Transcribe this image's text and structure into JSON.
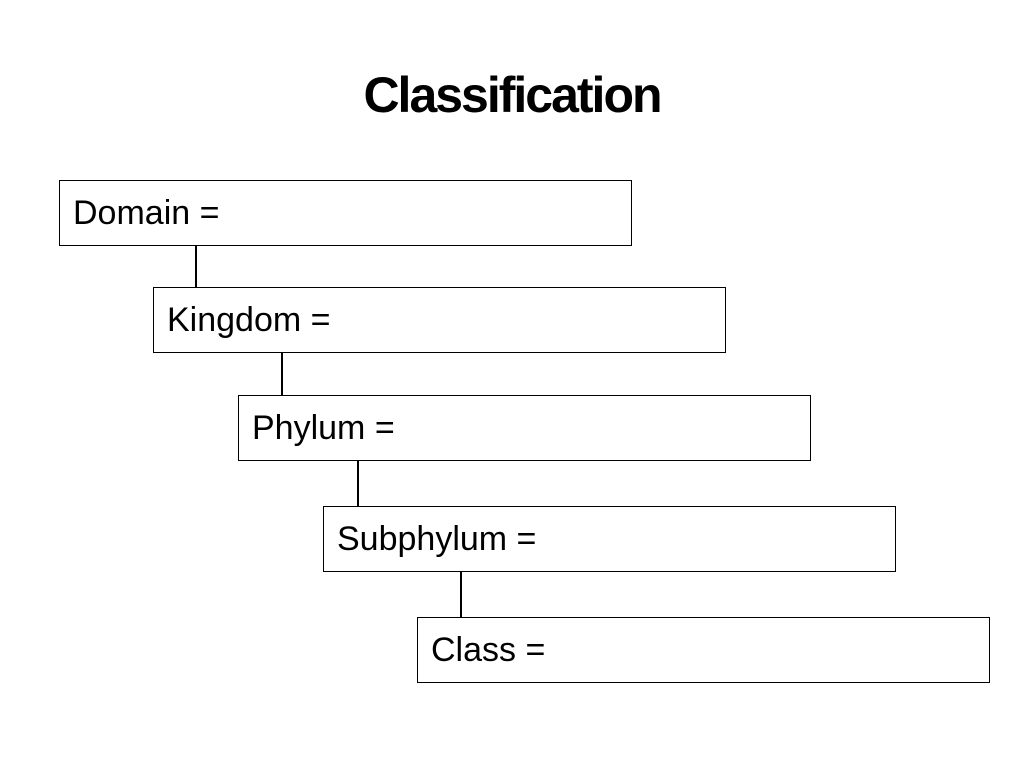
{
  "title": "Classification",
  "ranks": [
    {
      "label": "Domain ="
    },
    {
      "label": "Kingdom ="
    },
    {
      "label": "Phylum ="
    },
    {
      "label": "Subphylum ="
    },
    {
      "label": "Class ="
    }
  ]
}
